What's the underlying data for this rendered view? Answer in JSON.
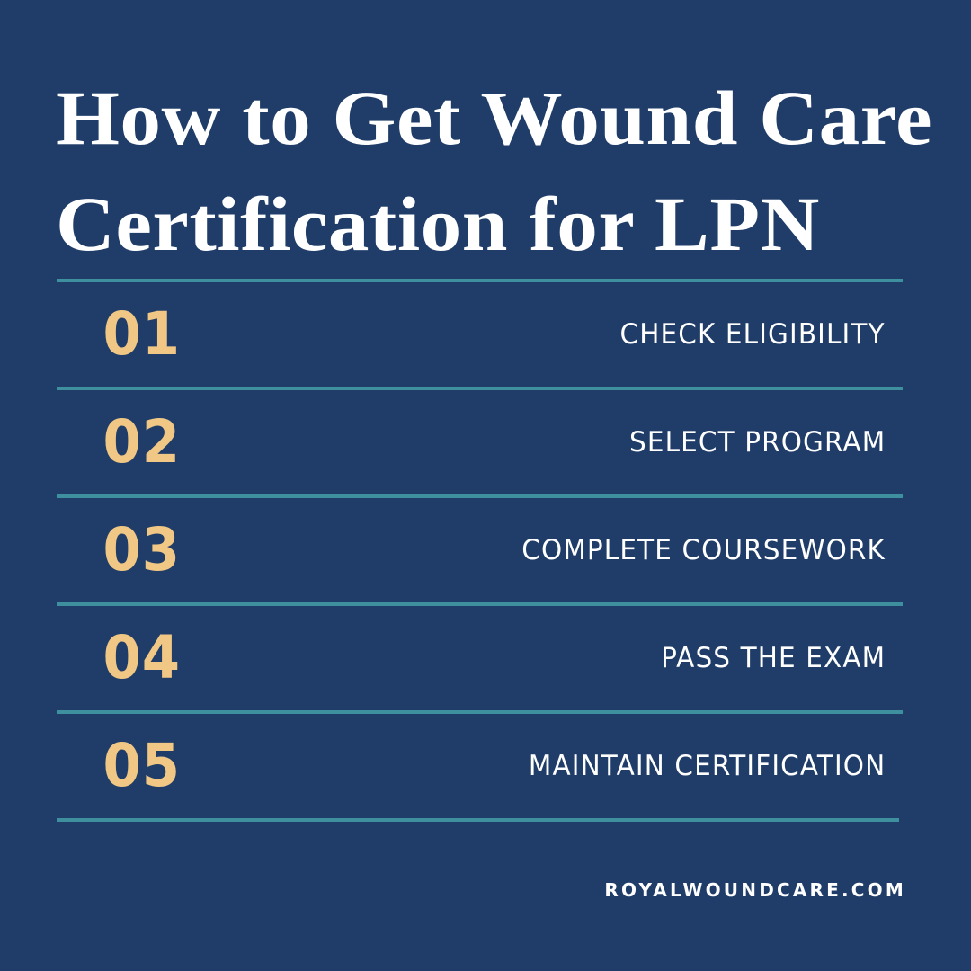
{
  "theme": {
    "background_color": "#1f3d68",
    "accent_gold": "#f0c784",
    "divider_teal": "#3e909e",
    "text_white": "#ffffff"
  },
  "title": {
    "line1": "How to Get Wound Care",
    "line2": "Certification for LPN",
    "full": "How to Get Wound Care Certification for LPN"
  },
  "steps": [
    {
      "number": "01",
      "label": "CHECK ELIGIBILITY"
    },
    {
      "number": "02",
      "label": "SELECT PROGRAM"
    },
    {
      "number": "03",
      "label": "COMPLETE COURSEWORK"
    },
    {
      "number": "04",
      "label": "PASS THE EXAM"
    },
    {
      "number": "05",
      "label": "MAINTAIN CERTIFICATION"
    }
  ],
  "footer": {
    "website": "ROYALWOUNDCARE.COM"
  }
}
